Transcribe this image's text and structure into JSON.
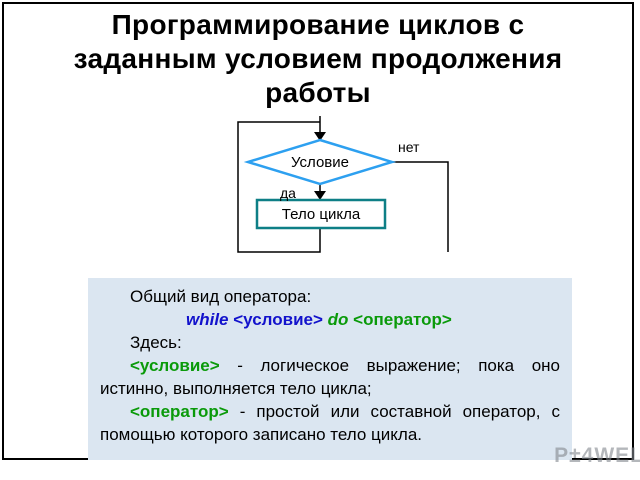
{
  "colors": {
    "diamond-stroke": "#2da0f0",
    "rect-stroke": "#0e7f86",
    "box-bg": "#dbe6f1",
    "kw-blue": "#1212cc",
    "kw-green": "#0a9a0a"
  },
  "slide": {
    "title": {
      "line1": "Программирование циклов с",
      "line2": "заданным условием продолжения",
      "line3": "работы"
    },
    "flowchart": {
      "condition_label": "Условие",
      "body_label": "Тело цикла",
      "no_label": "нет",
      "yes_label": "да"
    },
    "operator_box": {
      "intro": "Общий вид оператора:",
      "syntax": {
        "kw_while": "while",
        "condition": "<условие>",
        "kw_do": "do",
        "operator": "<оператор>"
      },
      "here": "Здесь:",
      "cond_term": "<условие>",
      "cond_desc": " - логическое выражение; пока оно истинно, выполняется тело цикла;",
      "op_term": "<оператор>",
      "op_desc": " - простой или составной оператор, с помощью которого записано тело цикла."
    },
    "watermark": "P±4WEL"
  }
}
